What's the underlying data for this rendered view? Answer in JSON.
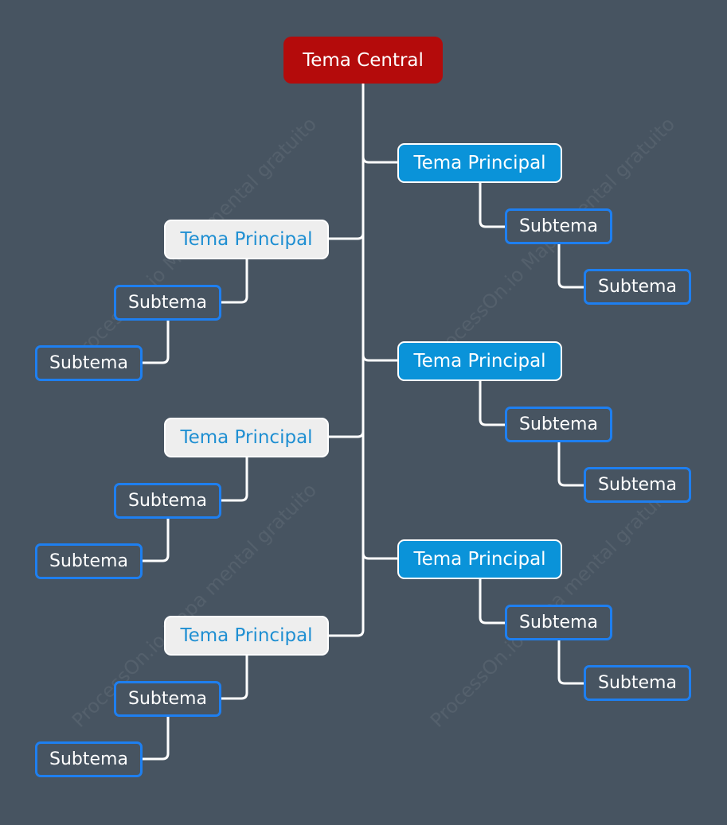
{
  "colors": {
    "background": "#475461",
    "central_fill": "#b40b0b",
    "main_blue_fill": "#0a93d9",
    "main_light_fill": "#eeeeee",
    "main_light_text": "#1f8fd2",
    "subtopic_border": "#1e7ff0",
    "connector": "#ffffff"
  },
  "watermark": "ProcessOn.io Mapa mental gratuito",
  "central": {
    "label": "Tema Central"
  },
  "right_branches": [
    {
      "label": "Tema Principal",
      "subtopic": {
        "label": "Subtema",
        "subtopic": {
          "label": "Subtema"
        }
      }
    },
    {
      "label": "Tema Principal",
      "subtopic": {
        "label": "Subtema",
        "subtopic": {
          "label": "Subtema"
        }
      }
    },
    {
      "label": "Tema Principal",
      "subtopic": {
        "label": "Subtema",
        "subtopic": {
          "label": "Subtema"
        }
      }
    }
  ],
  "left_branches": [
    {
      "label": "Tema Principal",
      "subtopic": {
        "label": "Subtema",
        "subtopic": {
          "label": "Subtema"
        }
      }
    },
    {
      "label": "Tema Principal",
      "subtopic": {
        "label": "Subtema",
        "subtopic": {
          "label": "Subtema"
        }
      }
    },
    {
      "label": "Tema Principal",
      "subtopic": {
        "label": "Subtema",
        "subtopic": {
          "label": "Subtema"
        }
      }
    }
  ]
}
